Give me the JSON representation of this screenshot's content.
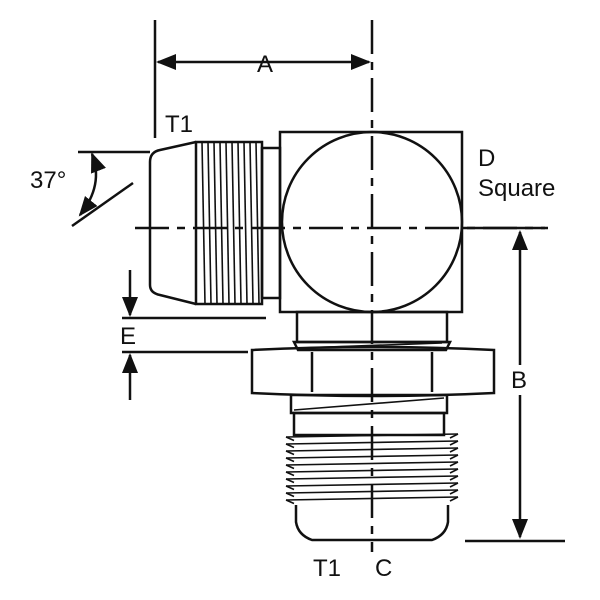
{
  "title": "90° elbow fitting with 37° flare ends",
  "labels": {
    "dim_a": "A",
    "thread_top": "T1",
    "angle": "37°",
    "dim_d": "D",
    "dim_d_sub": "Square",
    "dim_e": "E",
    "dim_b": "B",
    "thread_bottom": "T1",
    "dim_c": "C"
  },
  "colors": {
    "line": "#111111",
    "background": "#ffffff"
  }
}
